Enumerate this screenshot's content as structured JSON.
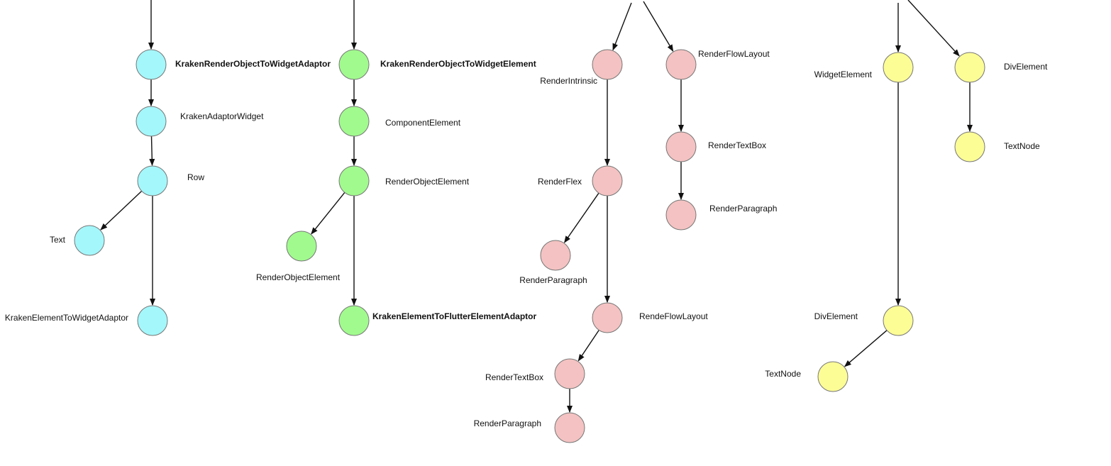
{
  "colors": {
    "widget_tree": "#a4f7fb",
    "element_tree": "#a1fa8e",
    "render_tree": "#f4c2c2",
    "dom_tree": "#fdfd96",
    "edge": "#111111"
  },
  "trees": [
    {
      "id": "widget",
      "color_key": "widget_tree",
      "nodes": [
        {
          "id": "w1",
          "label": "KrakenRenderObjectToWidgetAdaptor",
          "bold": true
        },
        {
          "id": "w2",
          "label": "KrakenAdaptorWidget",
          "bold": false
        },
        {
          "id": "w3",
          "label": "Row",
          "bold": false
        },
        {
          "id": "w4",
          "label": "Text",
          "bold": false
        },
        {
          "id": "w5",
          "label": "KrakenElementToWidgetAdaptor",
          "bold": false
        }
      ],
      "edges": [
        [
          "w1",
          "w2"
        ],
        [
          "w2",
          "w3"
        ],
        [
          "w3",
          "w4"
        ],
        [
          "w3",
          "w5"
        ]
      ]
    },
    {
      "id": "element",
      "color_key": "element_tree",
      "nodes": [
        {
          "id": "e1",
          "label": "KrakenRenderObjectToWidgetElement",
          "bold": true
        },
        {
          "id": "e2",
          "label": "ComponentElement",
          "bold": false
        },
        {
          "id": "e3",
          "label": "RenderObjectElement",
          "bold": false
        },
        {
          "id": "e4",
          "label": "RenderObjectElement",
          "bold": false
        },
        {
          "id": "e5",
          "label": "KrakenElementToFlutterElementAdaptor",
          "bold": true
        }
      ],
      "edges": [
        [
          "e1",
          "e2"
        ],
        [
          "e2",
          "e3"
        ],
        [
          "e3",
          "e4"
        ],
        [
          "e3",
          "e5"
        ]
      ]
    },
    {
      "id": "render",
      "color_key": "render_tree",
      "nodes": [
        {
          "id": "r1",
          "label": "RenderIntrinsic",
          "bold": false
        },
        {
          "id": "r2",
          "label": "RenderFlowLayout",
          "bold": false
        },
        {
          "id": "r3",
          "label": "RenderTextBox",
          "bold": false
        },
        {
          "id": "r4",
          "label": "RenderParagraph",
          "bold": false
        },
        {
          "id": "r5",
          "label": "RenderFlex",
          "bold": false
        },
        {
          "id": "r6",
          "label": "RenderParagraph",
          "bold": false
        },
        {
          "id": "r7",
          "label": "RendeFlowLayout",
          "bold": false
        },
        {
          "id": "r8",
          "label": "RenderTextBox",
          "bold": false
        },
        {
          "id": "r9",
          "label": "RenderParagraph",
          "bold": false
        }
      ],
      "edges": [
        [
          "r1",
          "r5"
        ],
        [
          "r2",
          "r3"
        ],
        [
          "r3",
          "r4"
        ],
        [
          "r5",
          "r6"
        ],
        [
          "r5",
          "r7"
        ],
        [
          "r7",
          "r8"
        ],
        [
          "r8",
          "r9"
        ]
      ]
    },
    {
      "id": "dom",
      "color_key": "dom_tree",
      "nodes": [
        {
          "id": "d1",
          "label": "WidgetElement",
          "bold": false
        },
        {
          "id": "d2",
          "label": "DivElement",
          "bold": false
        },
        {
          "id": "d3",
          "label": "TextNode",
          "bold": false
        },
        {
          "id": "d4",
          "label": "DivElement",
          "bold": false
        },
        {
          "id": "d5",
          "label": "TextNode",
          "bold": false
        }
      ],
      "edges": [
        [
          "d1",
          "d4"
        ],
        [
          "d2",
          "d3"
        ],
        [
          "d4",
          "d5"
        ]
      ]
    }
  ]
}
